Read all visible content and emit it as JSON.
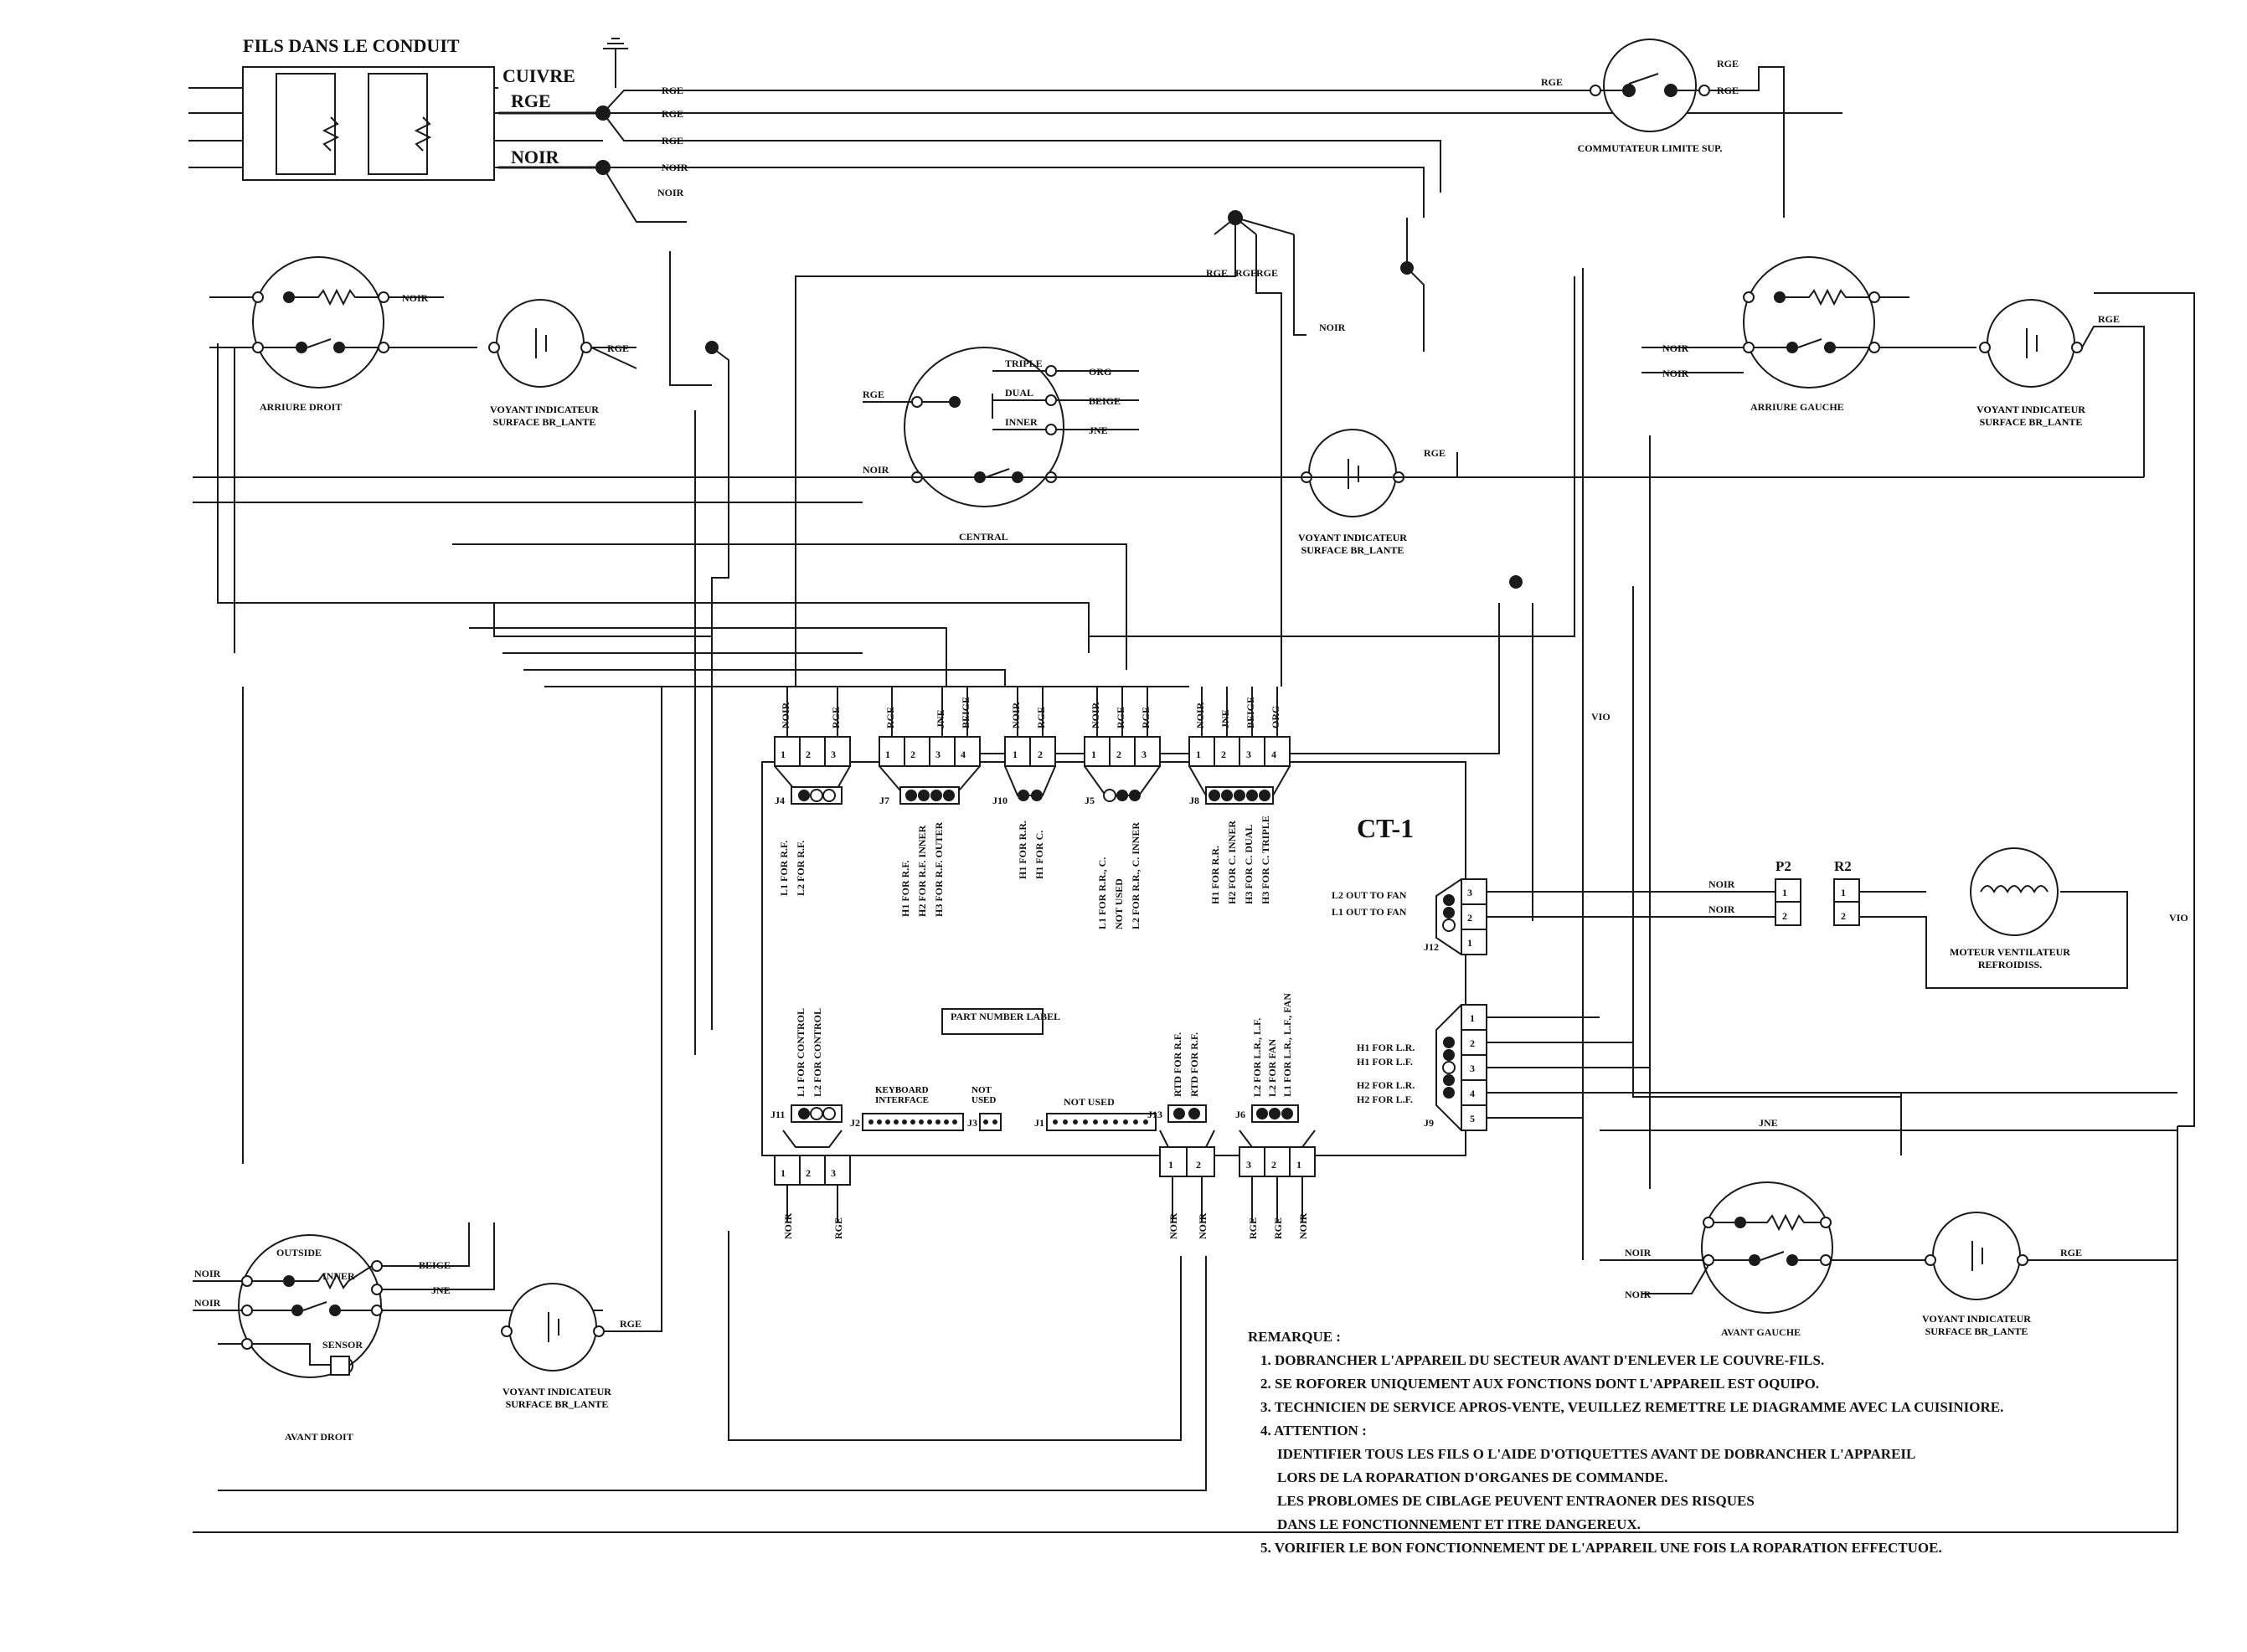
{
  "title": "FILS DANS LE CONDUIT",
  "supply": {
    "cuivre": "CUIVRE",
    "rge": "RGE",
    "noir": "NOIR"
  },
  "controller": {
    "name": "CT-1",
    "part_label": "PART NUMBER\nLABEL"
  },
  "wires": {
    "rge": "RGE",
    "noir": "NOIR",
    "org": "ORG",
    "beige": "BEIGE",
    "jne": "JNE",
    "vio": "VIO"
  },
  "limit_switch": "COMMUTATEUR LIMITE SUP.",
  "indicator": "VOYANT INDICATEUR SURFACE BR_LANTE",
  "elements": {
    "rear_right": "ARRIURE DROIT",
    "rear_left": "ARRIURE GAUCHE",
    "center": "CENTRAL",
    "front_right": "AVANT DROIT",
    "front_left": "AVANT GAUCHE"
  },
  "central_switch_labels": [
    "TRIPLE",
    "DUAL",
    "INNER"
  ],
  "front_right_switch_labels": [
    "OUTSIDE",
    "INNER",
    "SENSOR"
  ],
  "connectors": {
    "J4": {
      "id": "J4",
      "wires": [
        "NOIR",
        "",
        "RGE"
      ],
      "pins": [
        "1",
        "2",
        "3"
      ],
      "desc": [
        "L1 FOR R.F.",
        "L2 FOR R.F."
      ]
    },
    "J7": {
      "id": "J7",
      "wires": [
        "RGE",
        "",
        "JNE",
        "BEIGE"
      ],
      "pins": [
        "1",
        "2",
        "3",
        "4"
      ],
      "desc": [
        "H1 FOR R.F.",
        "H2 FOR R.F. INNER",
        "H3 FOR R.F. OUTER"
      ]
    },
    "J10": {
      "id": "J10",
      "wires": [
        "NOIR",
        "RGE"
      ],
      "pins": [
        "1",
        "2"
      ],
      "desc": [
        "H1 FOR R.R.",
        "H1 FOR C."
      ]
    },
    "J5": {
      "id": "J5",
      "wires": [
        "NOIR",
        "RGE",
        "RGE"
      ],
      "pins": [
        "1",
        "2",
        "3"
      ],
      "desc": [
        "L1 FOR R.R., C.",
        "NOT USED",
        "L2 FOR R.R., C. INNER"
      ]
    },
    "J8": {
      "id": "J8",
      "wires": [
        "NOIR",
        "JNE",
        "BEIGE",
        "ORG"
      ],
      "pins": [
        "1",
        "2",
        "3",
        "4"
      ],
      "desc": [
        "H1 FOR R.R.",
        "H2 FOR C. INNER",
        "H3 FOR C. DUAL",
        "H3 FOR C. TRIPLE"
      ]
    },
    "J12": {
      "id": "J12",
      "pins": [
        "3",
        "2",
        "1"
      ],
      "desc": [
        "L2 OUT TO FAN",
        "L1 OUT TO FAN"
      ]
    },
    "J9": {
      "id": "J9",
      "pins": [
        "1",
        "2",
        "3",
        "4",
        "5"
      ],
      "desc": [
        "H1 FOR L.R.",
        "H1 FOR L.F.",
        "H2 FOR L.R.",
        "H2 FOR L.F."
      ]
    },
    "J11": {
      "id": "J11",
      "wires": [
        "NOIR",
        "",
        "RGE"
      ],
      "pins": [
        "1",
        "2",
        "3"
      ],
      "desc": [
        "L1 FOR CONTROL",
        "L2 FOR CONTROL"
      ]
    },
    "J13": {
      "id": "J13",
      "wires": [
        "NOIR",
        "NOIR"
      ],
      "pins": [
        "1",
        "2"
      ],
      "desc": [
        "RTD FOR R.F.",
        "RTD FOR R.F."
      ]
    },
    "J6": {
      "id": "J6",
      "wires": [
        "RGE",
        "RGE",
        "NOIR"
      ],
      "pins": [
        "3",
        "2",
        "1"
      ],
      "desc": [
        "L2 FOR L.R., L.F.",
        "L2 FOR FAN",
        "L1 FOR L.R., L.F., FAN"
      ]
    },
    "J2": {
      "id": "J2",
      "desc": "KEYBOARD INTERFACE"
    },
    "J3": {
      "id": "J3",
      "desc": "NOT USED"
    },
    "J1": {
      "id": "J1",
      "desc": "NOT USED"
    }
  },
  "fan": {
    "p2": "P2",
    "r2": "R2",
    "pins": [
      "1",
      "2"
    ],
    "label": "MOTEUR VENTILATEUR REFROIDISS."
  },
  "notes": {
    "heading": "REMARQUE :",
    "items": [
      "1. DOBRANCHER L'APPAREIL DU SECTEUR AVANT D'ENLEVER LE COUVRE-FILS.",
      "2. SE ROFORER UNIQUEMENT AUX FONCTIONS DONT L'APPAREIL EST OQUIPO.",
      "3. TECHNICIEN DE SERVICE APROS-VENTE, VEUILLEZ REMETTRE LE DIAGRAMME AVEC LA CUISINIORE.",
      "4. ATTENTION :",
      "IDENTIFIER TOUS LES FILS O L'AIDE D'OTIQUETTES AVANT DE DOBRANCHER L'APPAREIL",
      "LORS DE LA ROPARATION D'ORGANES DE COMMANDE.",
      "LES PROBLOMES DE CIBLAGE PEUVENT ENTRAONER DES RISQUES",
      "DANS LE FONCTIONNEMENT ET ITRE DANGEREUX.",
      "5. VORIFIER LE BON FONCTIONNEMENT DE L'APPAREIL UNE FOIS LA ROPARATION EFFECTUOE."
    ]
  }
}
